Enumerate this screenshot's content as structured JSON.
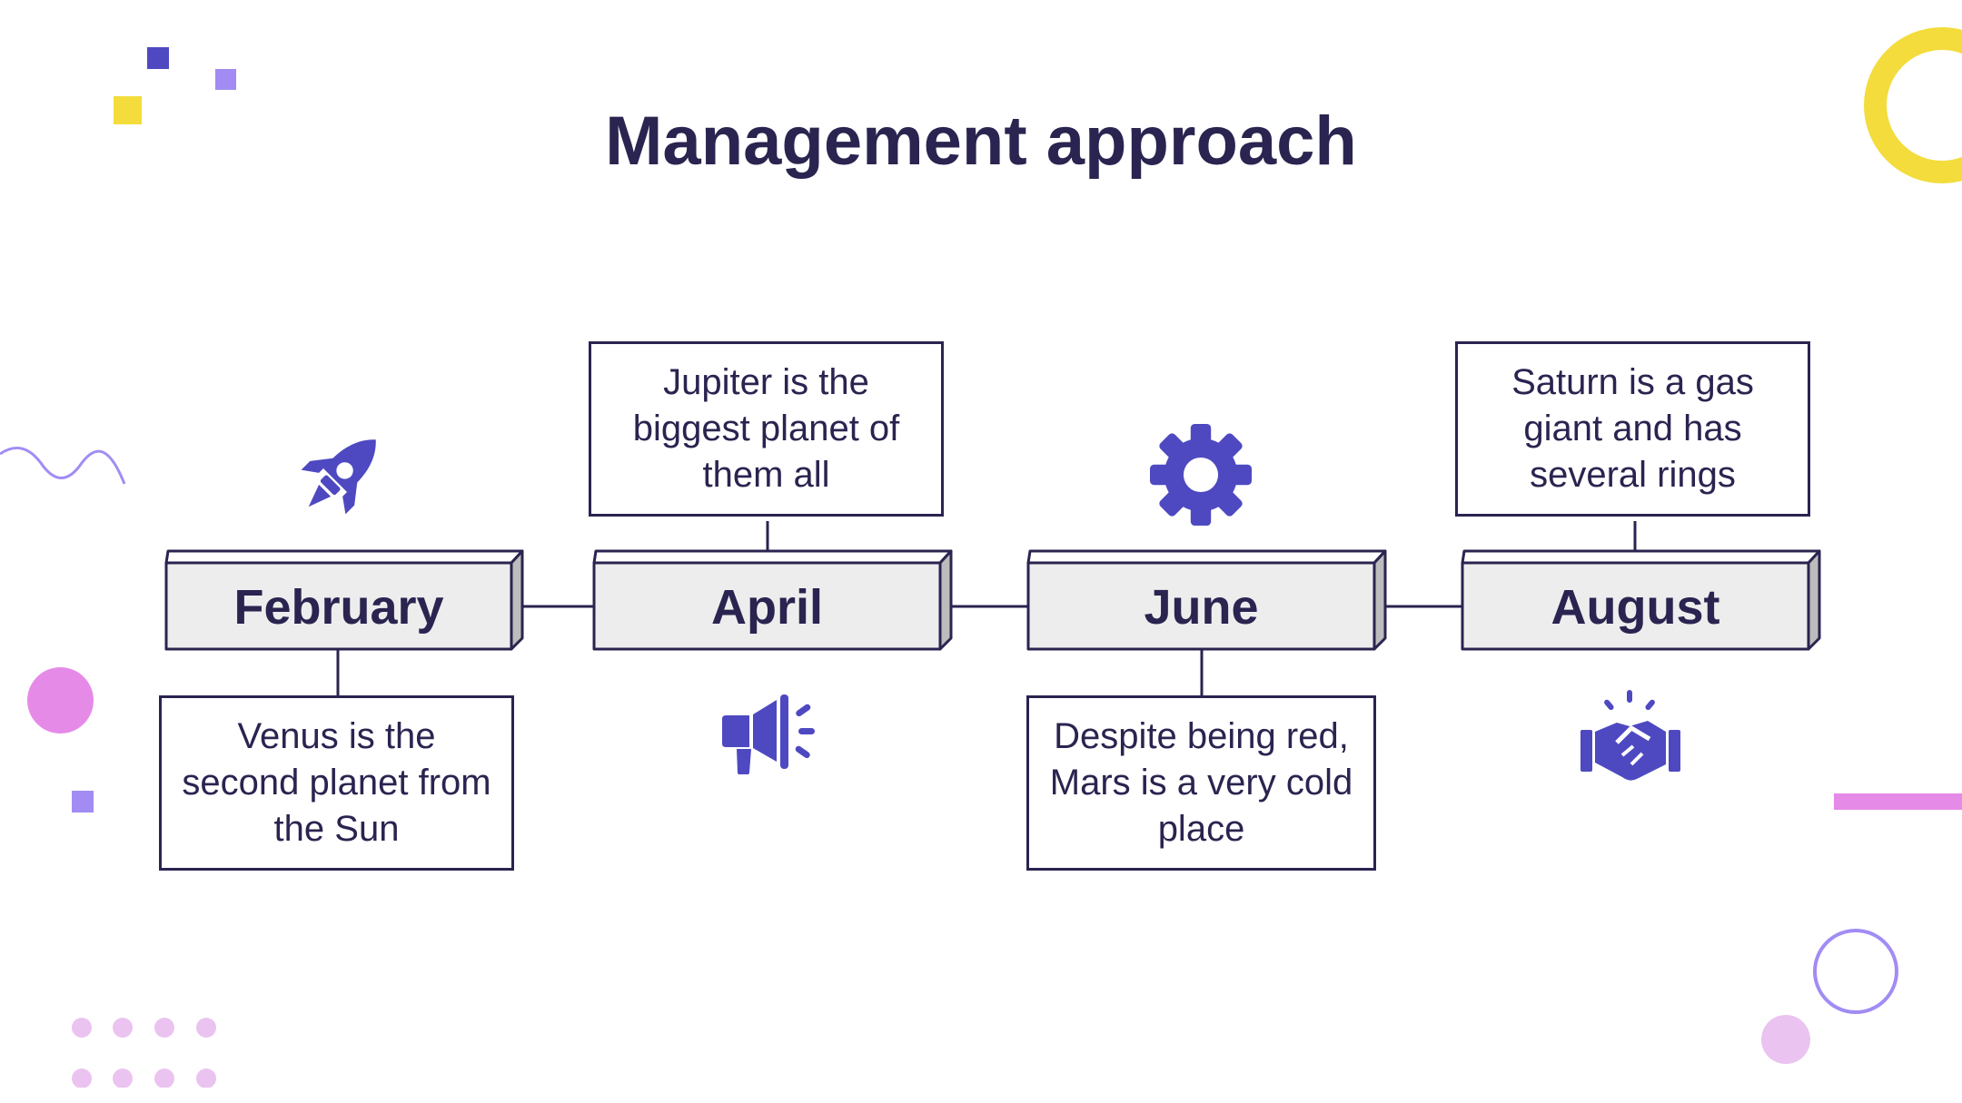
{
  "title": "Management approach",
  "colors": {
    "ink": "#2a2450",
    "accent": "#4e49c1",
    "yellow": "#f3dc3c",
    "pink": "#e68ae8",
    "lilac": "#a28cf4",
    "box_fill": "#ededed"
  },
  "milestones": [
    {
      "month": "February",
      "description": "Venus is the second planet from the Sun",
      "icon": "rocket-icon"
    },
    {
      "month": "April",
      "description": "Jupiter is the biggest planet of them all",
      "icon": "megaphone-icon"
    },
    {
      "month": "June",
      "description": "Despite being red, Mars is a very cold place",
      "icon": "gear-icon"
    },
    {
      "month": "August",
      "description": "Saturn is a gas giant and has several rings",
      "icon": "handshake-icon"
    }
  ]
}
